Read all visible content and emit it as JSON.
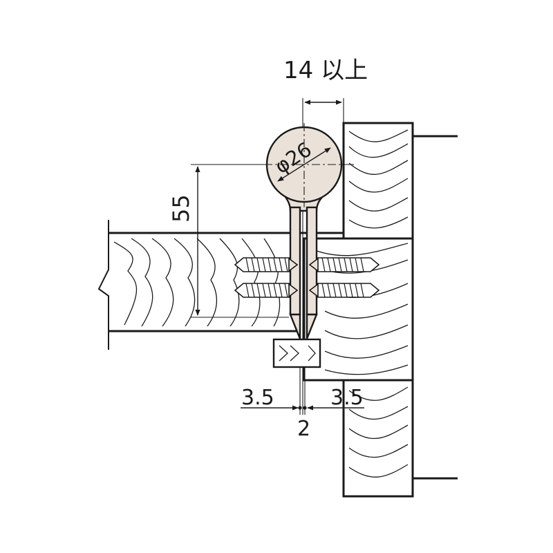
{
  "colors": {
    "background": "#ffffff",
    "line": "#1a1a1a",
    "hinge_fill": "#eae1d9",
    "wood_fill": "#ffffff"
  },
  "dimensions": {
    "clearance": "14 以上",
    "knuckle_diameter": "φ26",
    "height": "55",
    "gap_left": "3.5",
    "gap_right": "3.5",
    "gap_center": "2"
  }
}
